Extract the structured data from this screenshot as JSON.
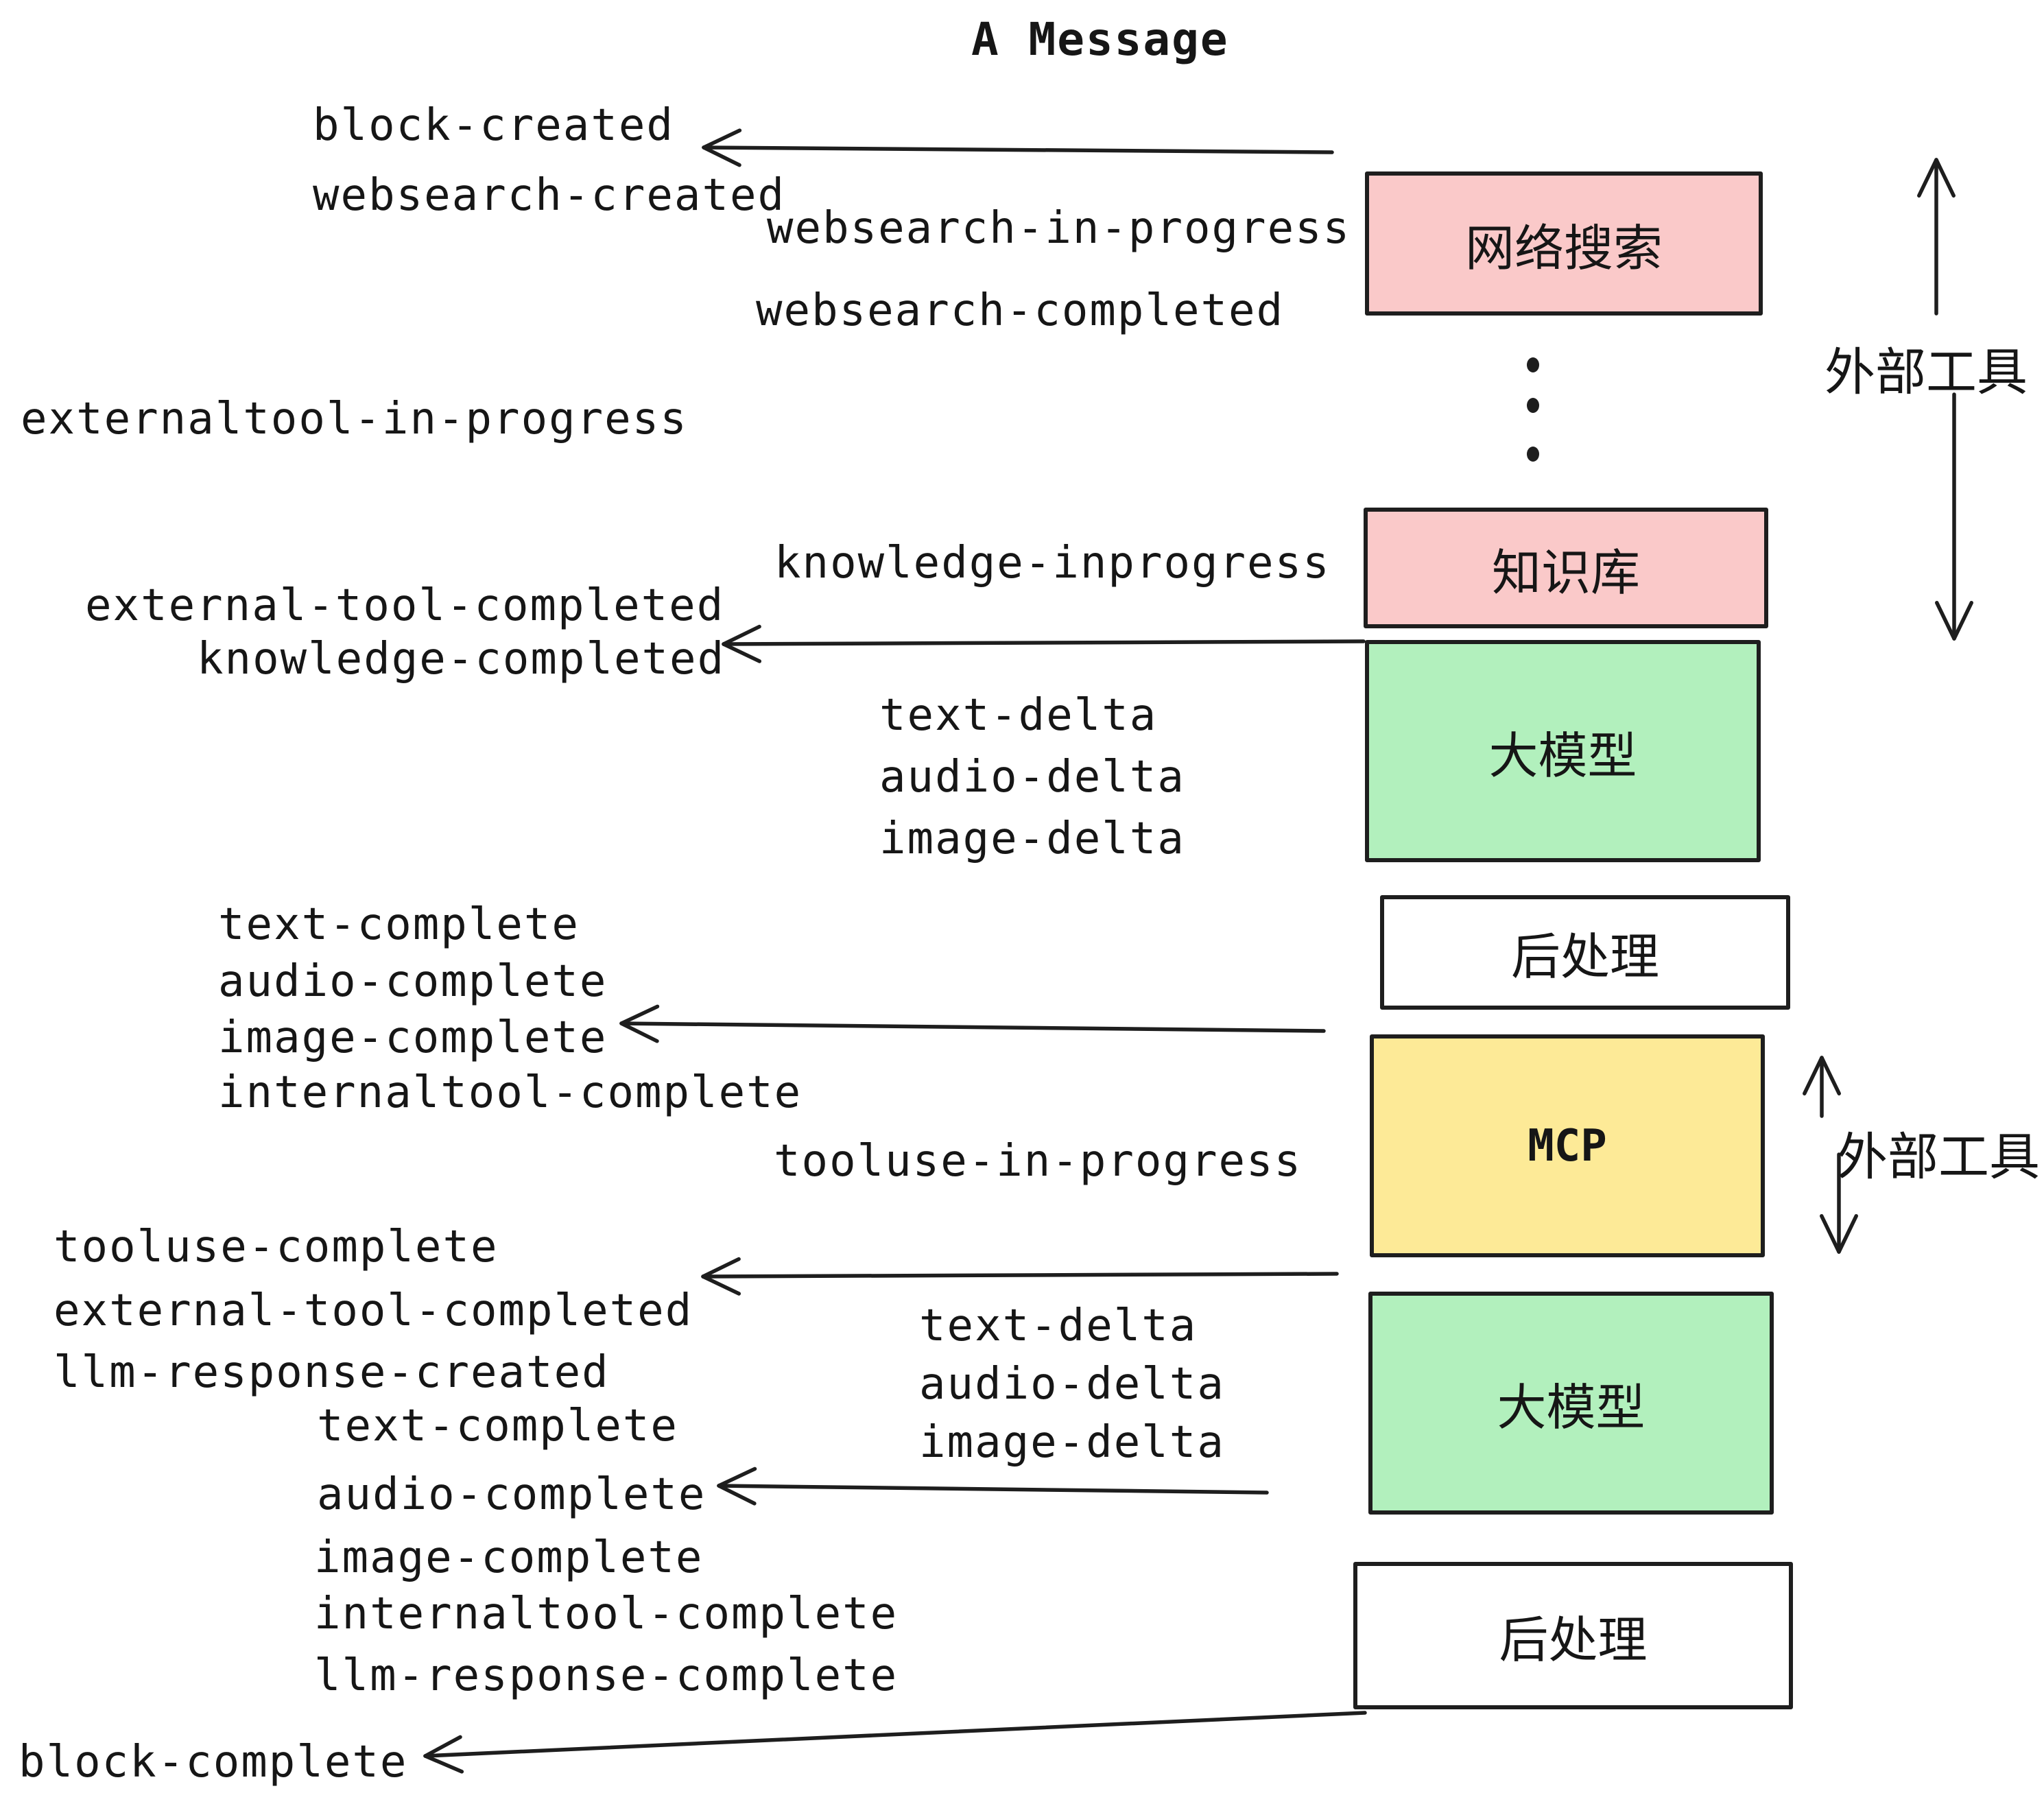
{
  "title": "A Message",
  "colors": {
    "pink": "#fac9c9",
    "green": "#b2f0bd",
    "yellow": "#fdea97",
    "white": "#ffffff",
    "border": "#1e1e1e",
    "text": "#161616",
    "background": "#ffffff"
  },
  "boxes": [
    {
      "id": "websearch",
      "label": "网络搜索",
      "color": "pink"
    },
    {
      "id": "knowledge",
      "label": "知识库",
      "color": "pink"
    },
    {
      "id": "llm-1",
      "label": "大模型",
      "color": "green"
    },
    {
      "id": "postprocess-1",
      "label": "后处理",
      "color": "white"
    },
    {
      "id": "mcp",
      "label": "MCP",
      "color": "yellow"
    },
    {
      "id": "llm-2",
      "label": "大模型",
      "color": "green"
    },
    {
      "id": "postprocess-2",
      "label": "后处理",
      "color": "white"
    }
  ],
  "events": [
    {
      "id": "e1",
      "text": "block-created"
    },
    {
      "id": "e2",
      "text": "websearch-created"
    },
    {
      "id": "e3",
      "text": "websearch-in-progress"
    },
    {
      "id": "e4",
      "text": "websearch-completed"
    },
    {
      "id": "e5",
      "text": "externaltool-in-progress"
    },
    {
      "id": "e6",
      "text": "knowledge-inprogress"
    },
    {
      "id": "e7",
      "text": "external-tool-completed"
    },
    {
      "id": "e8",
      "text": "knowledge-completed"
    },
    {
      "id": "e9",
      "text": "text-delta"
    },
    {
      "id": "e10",
      "text": "audio-delta"
    },
    {
      "id": "e11",
      "text": "image-delta"
    },
    {
      "id": "e12",
      "text": "text-complete"
    },
    {
      "id": "e13",
      "text": "audio-complete"
    },
    {
      "id": "e14",
      "text": "image-complete"
    },
    {
      "id": "e15",
      "text": "internaltool-complete"
    },
    {
      "id": "e16",
      "text": "tooluse-in-progress"
    },
    {
      "id": "e17",
      "text": "tooluse-complete"
    },
    {
      "id": "e18",
      "text": "external-tool-completed"
    },
    {
      "id": "e19",
      "text": "llm-response-created"
    },
    {
      "id": "e20",
      "text": "text-complete"
    },
    {
      "id": "e21",
      "text": "audio-complete"
    },
    {
      "id": "e22",
      "text": "text-delta"
    },
    {
      "id": "e23",
      "text": "audio-delta"
    },
    {
      "id": "e24",
      "text": "image-delta"
    },
    {
      "id": "e25",
      "text": "image-complete"
    },
    {
      "id": "e26",
      "text": "internaltool-complete"
    },
    {
      "id": "e27",
      "text": "llm-response-complete"
    },
    {
      "id": "e28",
      "text": "block-complete"
    }
  ],
  "side_labels": [
    {
      "id": "s1",
      "text": "外部工具"
    },
    {
      "id": "s2",
      "text": "外部工具"
    }
  ],
  "ellipsis_dots": 3
}
